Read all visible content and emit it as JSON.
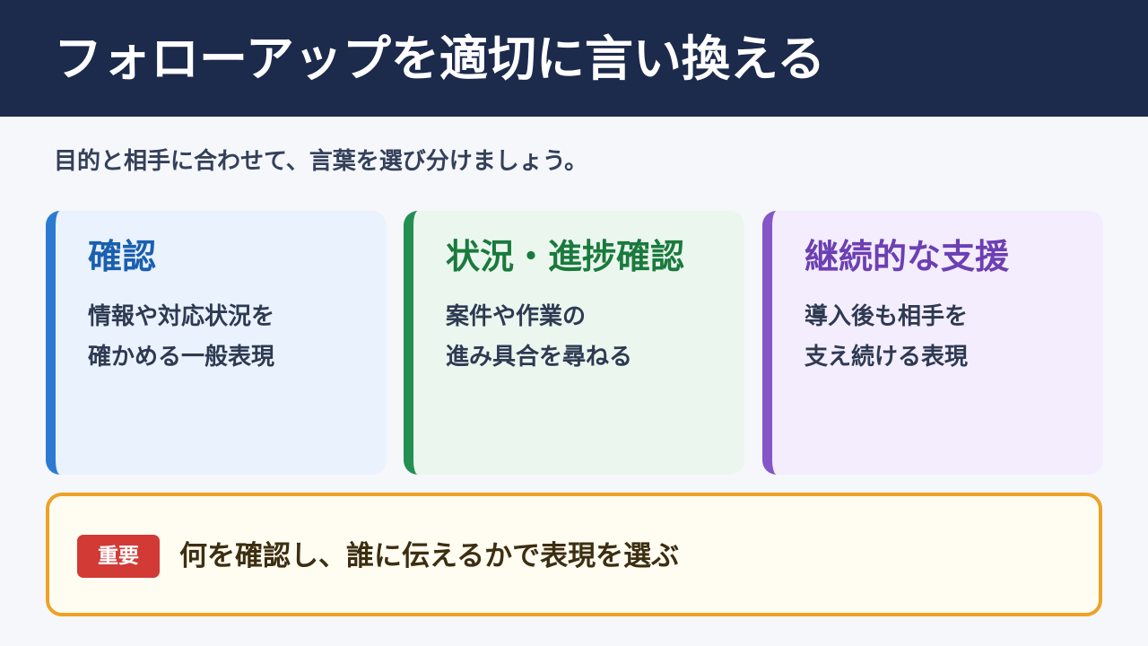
{
  "header": {
    "title": "フォローアップを適切に言い換える"
  },
  "subtitle": "目的と相手に合わせて、言葉を選び分けましょう。",
  "cards": [
    {
      "title": "確認",
      "lines": [
        "情報や対応状況を",
        "確かめる一般表現"
      ],
      "accent": "#2b7bd2"
    },
    {
      "title": "状況・進捗確認",
      "lines": [
        "案件や作業の",
        "進み具合を尋ねる"
      ],
      "accent": "#239052"
    },
    {
      "title": "継続的な支援",
      "lines": [
        "導入後も相手を",
        "支え続ける表現"
      ],
      "accent": "#8456c7"
    }
  ],
  "important": {
    "badge": "重要",
    "text": "何を確認し、誰に伝えるかで表現を選ぶ",
    "border_color": "#eea225",
    "badge_color": "#d23a36"
  }
}
